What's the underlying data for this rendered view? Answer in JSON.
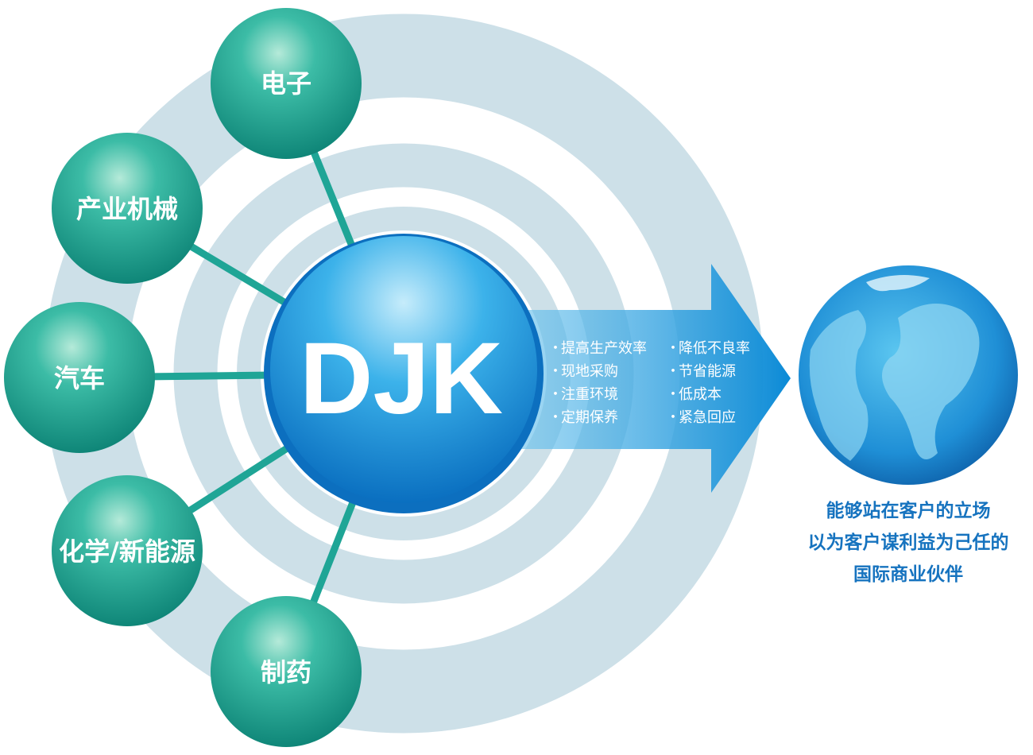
{
  "center": {
    "label": "DJK"
  },
  "industries": [
    "电子",
    "产业机械",
    "汽车",
    "化学/新能源",
    "制药"
  ],
  "benefits_left": [
    "提高生产效率",
    "现地采购",
    "注重环境",
    "定期保养"
  ],
  "benefits_right": [
    "降低不良率",
    "节省能源",
    "低成本",
    "紧急回应"
  ],
  "bullet": "・",
  "caption": [
    "能够站在客户的立场",
    "以为客户谋利益为己任的",
    "国际商业伙伴"
  ],
  "colors": {
    "ring": "#cde0e8",
    "teal": "#1fa596",
    "blue": "#1a8fd8",
    "caption": "#1673bf"
  }
}
